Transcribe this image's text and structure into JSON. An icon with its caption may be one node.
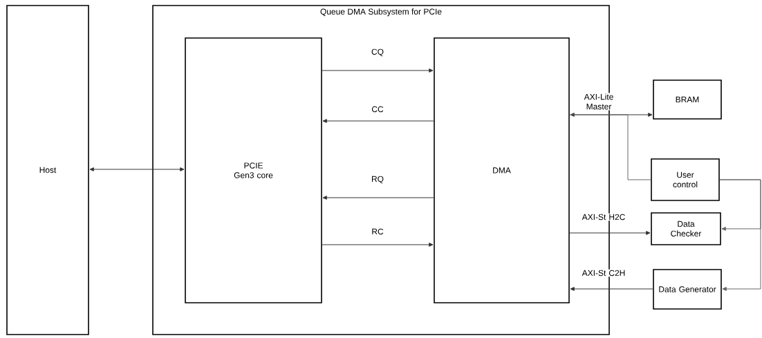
{
  "diagram": {
    "nodes": [
      {
        "text": [
          "Host"
        ]
      },
      {
        "text": [
          "Queue DMA Subsystem for PCIe"
        ]
      },
      {
        "text": [
          "PCIE Gen3 core"
        ],
        "in": 1
      },
      {
        "text": [
          "DMA"
        ],
        "in": 1
      },
      {
        "text": [
          "BRAM"
        ]
      },
      {
        "text": [
          "User control"
        ]
      },
      {
        "text": [
          "Data Checker"
        ]
      },
      {
        "text": [
          "Data Generator"
        ]
      }
    ],
    "edges": [
      {
        "from": 0,
        "to": 2,
        "arrow": "both"
      },
      {
        "from": 2,
        "to": 3,
        "arrow": "to",
        "label": "CQ"
      },
      {
        "from": 3,
        "to": 2,
        "arrow": "to",
        "label": "CC"
      },
      {
        "from": 3,
        "to": 2,
        "arrow": "to",
        "label": "RQ"
      },
      {
        "from": 2,
        "to": 3,
        "arrow": "to",
        "label": "RC"
      },
      {
        "from": 3,
        "to": 4,
        "arrow": "both",
        "label": "AXI-Lite Master"
      },
      {
        "from": 5,
        "to": 3,
        "arrow": "none",
        "color": "#666666"
      },
      {
        "from": 3,
        "to": 6,
        "arrow": "to",
        "label": "AXI-St H2C"
      },
      {
        "from": 7,
        "to": 3,
        "arrow": "to",
        "label": "AXI-St C2H"
      },
      {
        "from": 5,
        "to": 6,
        "arrow": "to",
        "color": "#666666"
      },
      {
        "from": 5,
        "to": 7,
        "arrow": "to",
        "color": "#666666"
      }
    ]
  }
}
